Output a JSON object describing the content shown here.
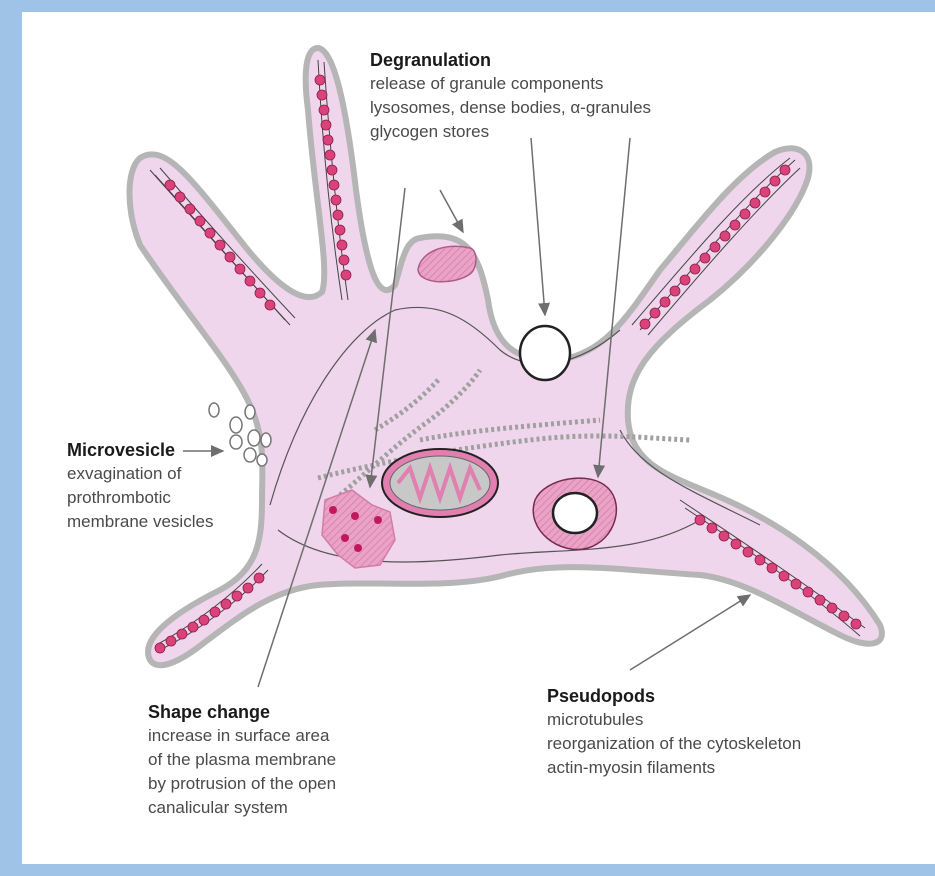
{
  "colors": {
    "background": "#9ec3e6",
    "cytoplasm": "#f0d6ec",
    "membrane": "#b5b5b5",
    "granule": "#e07fb0",
    "bead": "#d9437a",
    "arrow": "#6e6e6e"
  },
  "labels": {
    "degranulation": {
      "title": "Degranulation",
      "lines": [
        "release of granule components",
        "lysosomes, dense bodies, α-granules",
        "glycogen stores"
      ]
    },
    "microvesicle": {
      "title": "Microvesicle",
      "lines": [
        "exvagination of",
        "prothrombotic",
        "membrane vesicles"
      ]
    },
    "shape_change": {
      "title": "Shape change",
      "lines": [
        "increase in surface area",
        "of the plasma membrane",
        "by protrusion of the open",
        "canalicular system"
      ]
    },
    "pseudopods": {
      "title": "Pseudopods",
      "lines": [
        "microtubules",
        "reorganization of the cytoskeleton",
        "actin-myosin filaments"
      ]
    }
  }
}
